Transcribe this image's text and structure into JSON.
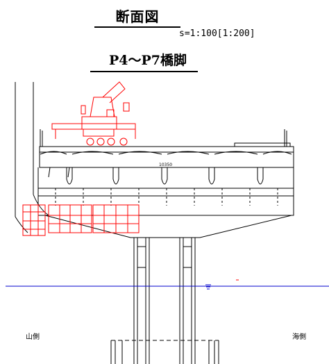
{
  "title": "断面図",
  "scale": "s=1:100[1:200]",
  "subtitle": "P4〜P7橋脚",
  "dimension_label": "10350",
  "left_label": "山側",
  "right_label": "海側",
  "colors": {
    "structure": "#000000",
    "crane": "#ff0000",
    "water_line": "#0000cc"
  }
}
